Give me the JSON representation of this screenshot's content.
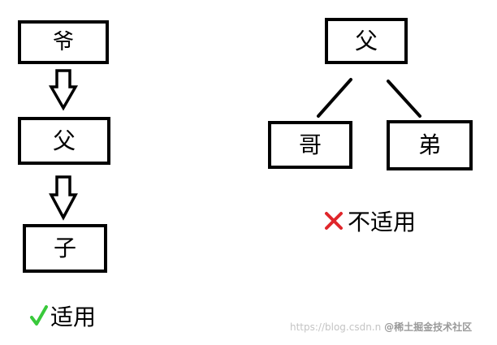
{
  "left_chain": {
    "top": "爷",
    "middle": "父",
    "bottom": "子",
    "caption": "适用",
    "caption_mark_icon": "check-mark-icon",
    "caption_mark_color": "#39c93b"
  },
  "right_tree": {
    "parent": "父",
    "child_left": "哥",
    "child_right": "弟",
    "caption": "不适用",
    "caption_mark_icon": "cross-mark-icon",
    "caption_mark_color": "#e0262b"
  },
  "watermark": {
    "url": "https://blog.csdn.n",
    "brand": "@稀土掘金技术社区"
  }
}
